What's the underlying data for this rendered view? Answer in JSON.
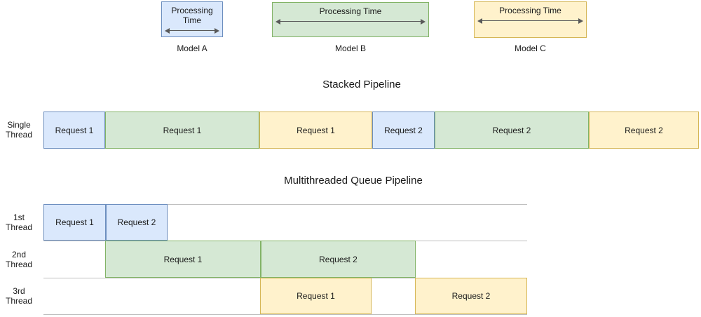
{
  "palette": {
    "blue_fill": "#dae8fc",
    "blue_stroke": "#6c8ebf",
    "green_fill": "#d5e8d4",
    "green_stroke": "#82b366",
    "yellow_fill": "#fff2cc",
    "yellow_stroke": "#d6b656",
    "arrow_color": "#595959",
    "row_line_color": "#bfbfbf"
  },
  "legend": {
    "models": [
      {
        "name": "Model A",
        "processing_label": "Processing Time",
        "color": "blue"
      },
      {
        "name": "Model B",
        "processing_label": "Processing Time",
        "color": "green"
      },
      {
        "name": "Model C",
        "processing_label": "Processing Time",
        "color": "yellow"
      }
    ]
  },
  "stacked": {
    "title": "Stacked Pipeline",
    "thread_label_line1": "Single",
    "thread_label_line2": "Thread",
    "boxes": [
      {
        "label": "Request 1",
        "color": "blue",
        "model": "Model A"
      },
      {
        "label": "Request 1",
        "color": "green",
        "model": "Model B"
      },
      {
        "label": "Request 1",
        "color": "yellow",
        "model": "Model C"
      },
      {
        "label": "Request 2",
        "color": "blue",
        "model": "Model A"
      },
      {
        "label": "Request 2",
        "color": "green",
        "model": "Model B"
      },
      {
        "label": "Request 2",
        "color": "yellow",
        "model": "Model C"
      }
    ]
  },
  "multithreaded": {
    "title": "Multithreaded Queue Pipeline",
    "threads": [
      {
        "label_line1": "1st",
        "label_line2": "Thread",
        "boxes": [
          {
            "label": "Request 1",
            "color": "blue",
            "model": "Model A"
          },
          {
            "label": "Request 2",
            "color": "blue",
            "model": "Model A"
          }
        ]
      },
      {
        "label_line1": "2nd",
        "label_line2": "Thread",
        "boxes": [
          {
            "label": "Request 1",
            "color": "green",
            "model": "Model B"
          },
          {
            "label": "Request 2",
            "color": "green",
            "model": "Model B"
          }
        ]
      },
      {
        "label_line1": "3rd",
        "label_line2": "Thread",
        "boxes": [
          {
            "label": "Request 1",
            "color": "yellow",
            "model": "Model C"
          },
          {
            "label": "Request 2",
            "color": "yellow",
            "model": "Model C"
          }
        ]
      }
    ]
  }
}
